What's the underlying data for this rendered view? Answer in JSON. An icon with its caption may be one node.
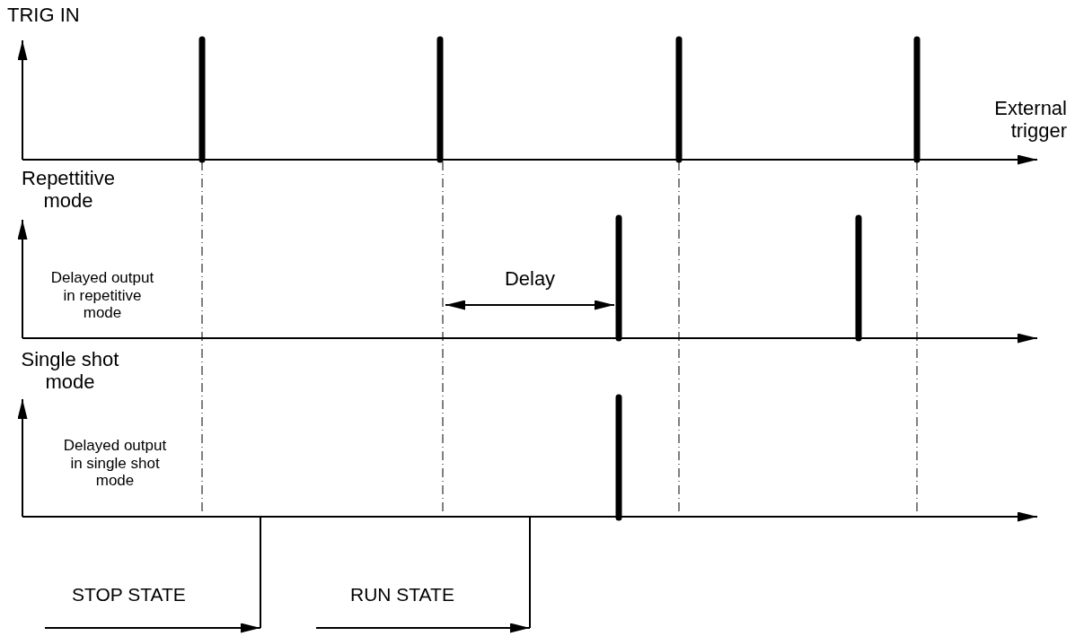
{
  "diagram": {
    "labels": [
      "TRIG IN",
      "External trigger",
      "Repettitive mode",
      "Delayed output in repetitive mode",
      "Delay",
      "Single shot mode",
      "Delayed output in single shot mode",
      "STOP STATE",
      "RUN STATE"
    ]
  }
}
